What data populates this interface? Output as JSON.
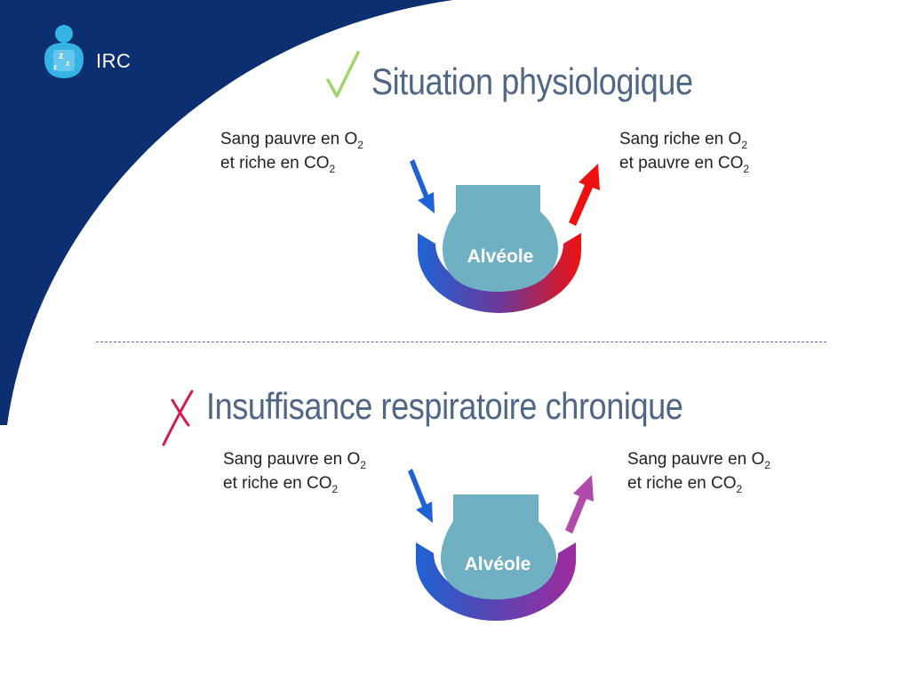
{
  "header": {
    "brand": "IRC",
    "logo_icon": "sleeping-person-icon"
  },
  "colors": {
    "navy": "#0c2f72",
    "check": "#9fd66a",
    "cross": "#d11c4c",
    "title": "#4f6685",
    "alveole": "#6fb0c2",
    "blood_poor": "#1f62d4",
    "blood_rich": "#ee1111",
    "blood_mixed": "#a02a9e"
  },
  "sections": [
    {
      "status_icon": "check-icon",
      "title": "Situation physiologique",
      "left_label": {
        "line1": "Sang pauvre en O",
        "line1_sub": "2",
        "line2": "et riche en CO",
        "line2_sub": "2"
      },
      "right_label": {
        "line1": "Sang riche en O",
        "line1_sub": "2",
        "line2": "et pauvre en CO",
        "line2_sub": "2"
      },
      "alveole": "Alvéole"
    },
    {
      "status_icon": "cross-icon",
      "title": "Insuffisance respiratoire chronique",
      "left_label": {
        "line1": "Sang pauvre en O",
        "line1_sub": "2",
        "line2": "et riche en CO",
        "line2_sub": "2"
      },
      "right_label": {
        "line1": "Sang pauvre en O",
        "line1_sub": "2",
        "line2": "et riche en CO",
        "line2_sub": "2"
      },
      "alveole": "Alvéole"
    }
  ]
}
